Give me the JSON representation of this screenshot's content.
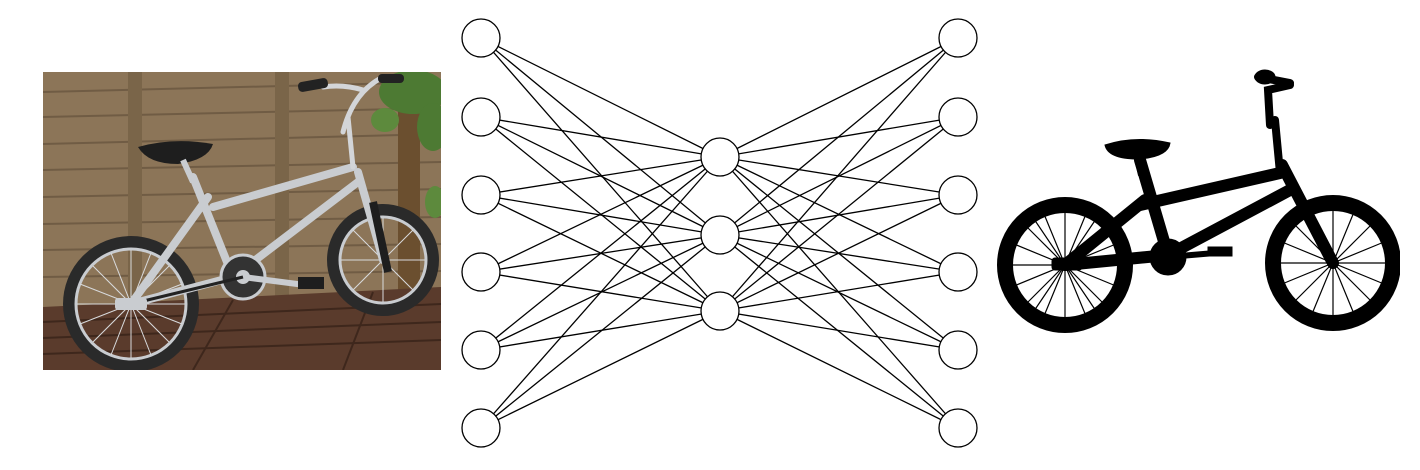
{
  "figure": {
    "panels": [
      {
        "id": "input-photo",
        "icon": "bmx-bike-photo-icon"
      },
      {
        "id": "network",
        "icon": "autoencoder-network-icon"
      },
      {
        "id": "output-silhouette",
        "icon": "bmx-bike-silhouette-icon"
      }
    ]
  },
  "network": {
    "layers": [
      {
        "name": "input-layer",
        "node_count": 6
      },
      {
        "name": "hidden-layer",
        "node_count": 3
      },
      {
        "name": "output-layer",
        "node_count": 6
      }
    ],
    "fully_connected": true
  },
  "colors": {
    "background": "#ffffff",
    "stroke": "#000000",
    "silhouette": "#000000",
    "fence_light": "#8c7558",
    "fence_dark": "#6e5a42",
    "deck": "#5a3b2c",
    "chrome": "#c9ccd0",
    "foliage": "#4d7a33"
  }
}
